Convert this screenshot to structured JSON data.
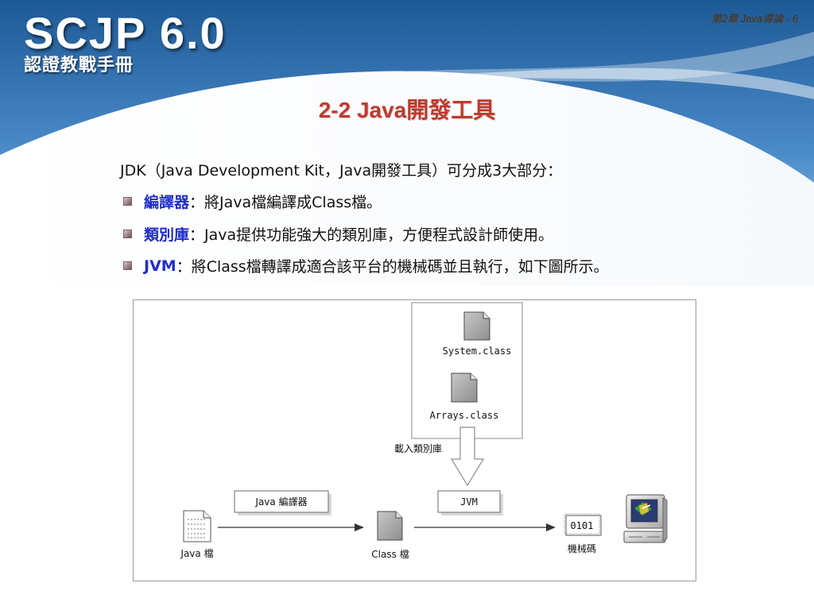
{
  "header": {
    "logo_title": "SCJP 6.0",
    "logo_subtitle": "認證教戰手冊",
    "page_ref": "第2章 Java導論 - 6"
  },
  "heading": "2-2 Java開發工具",
  "intro": "JDK（Java Development Kit，Java開發工具）可分成3大部分：",
  "bullets": [
    {
      "term": "編譯器",
      "text": "：將Java檔編譯成Class檔。"
    },
    {
      "term": "類別庫",
      "text": "：Java提供功能強大的類別庫，方便程式設計師使用。"
    },
    {
      "term": "JVM",
      "text": "：將Class檔轉譯成適合該平台的機械碼並且執行，如下圖所示。"
    }
  ],
  "diagram": {
    "system_class": "System.class",
    "arrays_class": "Arrays.class",
    "load_library": "載入類別庫",
    "compiler": "Java 編譯器",
    "jvm": "JVM",
    "java_file": "Java 檔",
    "class_file": "Class 檔",
    "machine_code_bits": "0101",
    "machine_code": "機械碼"
  },
  "colors": {
    "header_blue_dark": "#1a4f86",
    "header_blue_light": "#5d9ad4",
    "heading_red": "#c0392b",
    "term_blue": "#1f2ec8",
    "page_ref_brown": "#5a2d00"
  }
}
